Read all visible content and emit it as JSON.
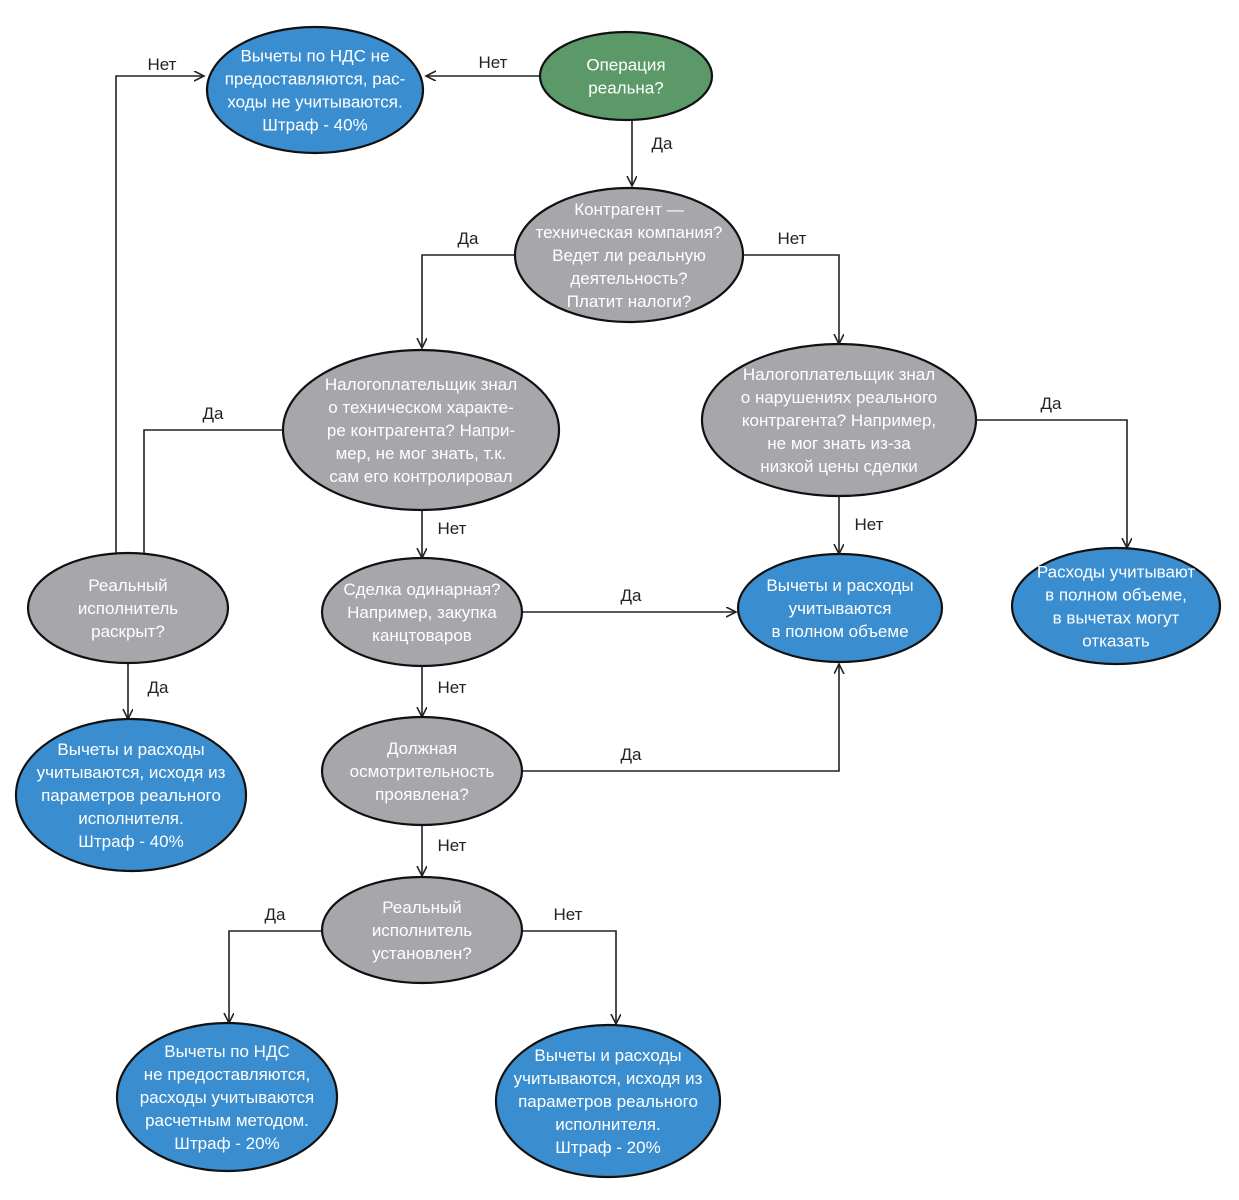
{
  "colors": {
    "start": "#5b9a68",
    "decision": "#a7a6aa",
    "outcome": "#3a8ed0",
    "line": "#222222"
  },
  "nodes": [
    {
      "id": "n1",
      "kind": "start",
      "lines": [
        "Операция",
        "реальна?"
      ]
    },
    {
      "id": "n2",
      "kind": "outcome",
      "lines": [
        "Вычеты по НДС не",
        "предоставляются, рас-",
        "ходы не учитываются.",
        "Штраф - 40%"
      ]
    },
    {
      "id": "n3",
      "kind": "decision",
      "lines": [
        "Контрагент —",
        "техническая компания?",
        "Ведет ли реальную",
        "деятельность?",
        "Платит налоги?"
      ]
    },
    {
      "id": "n4",
      "kind": "decision",
      "lines": [
        "Налогоплательщик знал",
        "о техническом характе-",
        "ре контрагента? Напри-",
        "мер, не мог знать, т.к.",
        "сам его контролировал"
      ]
    },
    {
      "id": "n5",
      "kind": "decision",
      "lines": [
        "Налогоплательщик знал",
        "о нарушениях реального",
        "контрагента? Например,",
        "не мог знать из-за",
        "низкой цены сделки"
      ]
    },
    {
      "id": "n6",
      "kind": "decision",
      "lines": [
        "Реальный",
        "исполнитель",
        "раскрыт?"
      ]
    },
    {
      "id": "n7",
      "kind": "decision",
      "lines": [
        "Сделка одинарная?",
        "Например, закупка",
        "канцтоваров"
      ]
    },
    {
      "id": "n8",
      "kind": "outcome",
      "lines": [
        "Вычеты и расходы",
        "учитываются",
        "в полном объеме"
      ]
    },
    {
      "id": "n9",
      "kind": "outcome",
      "lines": [
        "Расходы учитывают",
        "в полном объеме,",
        "в вычетах могут",
        "отказать"
      ]
    },
    {
      "id": "n10",
      "kind": "outcome",
      "lines": [
        "Вычеты и расходы",
        "учитываются, исходя из",
        "параметров реального",
        "исполнителя.",
        "Штраф - 40%"
      ]
    },
    {
      "id": "n11",
      "kind": "decision",
      "lines": [
        "Должная",
        "осмотрительность",
        "проявлена?"
      ]
    },
    {
      "id": "n12",
      "kind": "decision",
      "lines": [
        "Реальный",
        "исполнитель",
        "установлен?"
      ]
    },
    {
      "id": "n13",
      "kind": "outcome",
      "lines": [
        "Вычеты по НДС",
        "не предоставляются,",
        "расходы учитываются",
        "расчетным методом.",
        "Штраф - 20%"
      ]
    },
    {
      "id": "n14",
      "kind": "outcome",
      "lines": [
        "Вычеты и расходы",
        "учитываются, исходя из",
        "параметров реального",
        "исполнителя.",
        "Штраф - 20%"
      ]
    }
  ],
  "edges": [
    {
      "from": "n1",
      "to": "n2",
      "label": "Нет"
    },
    {
      "from": "n1",
      "to": "n3",
      "label": "Да"
    },
    {
      "from": "n3",
      "to": "n4",
      "label": "Да"
    },
    {
      "from": "n3",
      "to": "n5",
      "label": "Нет"
    },
    {
      "from": "n4",
      "to": "n6",
      "label": "Да"
    },
    {
      "from": "n4",
      "to": "n7",
      "label": "Нет"
    },
    {
      "from": "n5",
      "to": "n9",
      "label": "Да"
    },
    {
      "from": "n5",
      "to": "n8",
      "label": "Нет"
    },
    {
      "from": "n6",
      "to": "n2",
      "label": "Нет"
    },
    {
      "from": "n6",
      "to": "n10",
      "label": "Да"
    },
    {
      "from": "n7",
      "to": "n8",
      "label": "Да"
    },
    {
      "from": "n7",
      "to": "n11",
      "label": "Нет"
    },
    {
      "from": "n11",
      "to": "n8",
      "label": "Да"
    },
    {
      "from": "n11",
      "to": "n12",
      "label": "Нет"
    },
    {
      "from": "n12",
      "to": "n13",
      "label": "Да"
    },
    {
      "from": "n12",
      "to": "n14",
      "label": "Нет"
    }
  ]
}
